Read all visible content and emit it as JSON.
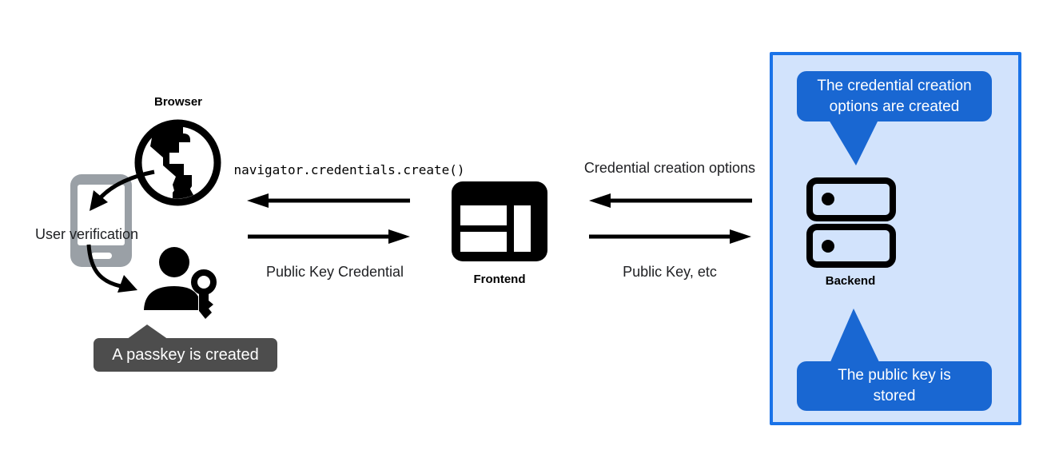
{
  "title": "Passkey registration flow diagram",
  "labels": {
    "browser": "Browser",
    "frontend": "Frontend",
    "backend": "Backend",
    "user_verification": "User verification"
  },
  "messages": {
    "api_call": "navigator.credentials.create()",
    "public_key_credential": "Public Key Credential",
    "credential_creation_options": "Credential creation options",
    "public_key_etc": "Public Key, etc"
  },
  "callouts": {
    "passkey_created": "A passkey is created",
    "options_created": "The credential creation options are created",
    "public_key_stored": "The public key is stored"
  },
  "icons": {
    "globe-icon": "black globe with continents (browser)",
    "smartphone-icon": "gray smartphone outline (user verification device)",
    "person-with-key-icon": "person silhouette with key (passkey)",
    "browser-window-icon": "black browser window (frontend)",
    "server-stack-icon": "two stacked server units with indicator dots (backend)"
  },
  "colors": {
    "panel_border": "#1a73e8",
    "panel_fill": "#d2e3fc",
    "callout_blue": "#1967d2",
    "callout_gray": "#4d4d4d",
    "phone_gray": "#9aa0a6",
    "arrow_black": "#000000",
    "text_dark": "#202124"
  }
}
